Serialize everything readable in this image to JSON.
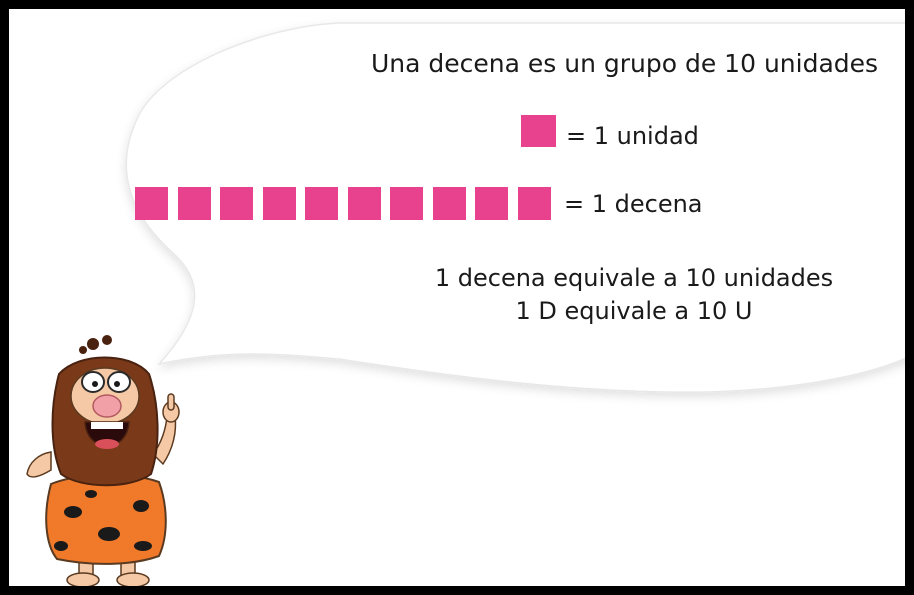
{
  "title": "Una decena es un grupo de 10 unidades",
  "unit_label": "= 1 unidad",
  "ten_label": "= 1 decena",
  "equivalence_line1": "1 decena equivale a 10 unidades",
  "equivalence_line2": "1 D equivale a 10 U",
  "ten_squares_count": 10,
  "colors": {
    "square": "#e8418e",
    "border": "#000000",
    "text": "#1a1a1a",
    "caveman_skin": "#f5c9a5",
    "caveman_beard": "#7a3a1a",
    "caveman_tunic": "#f07a2a"
  },
  "icons": {
    "speech_bubble": "speech-bubble-icon",
    "character": "caveman-icon"
  }
}
